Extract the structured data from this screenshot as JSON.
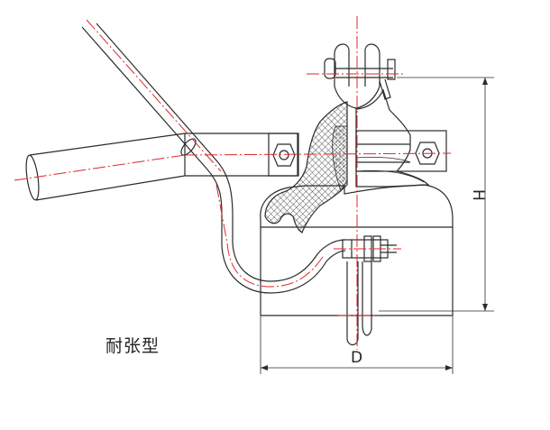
{
  "caption": "耐张型",
  "dimensions": {
    "width_label": "D",
    "height_label": "H"
  },
  "colors": {
    "line": "#2b2b2b",
    "centerline": "#e0262a",
    "hatch": "#333333"
  }
}
